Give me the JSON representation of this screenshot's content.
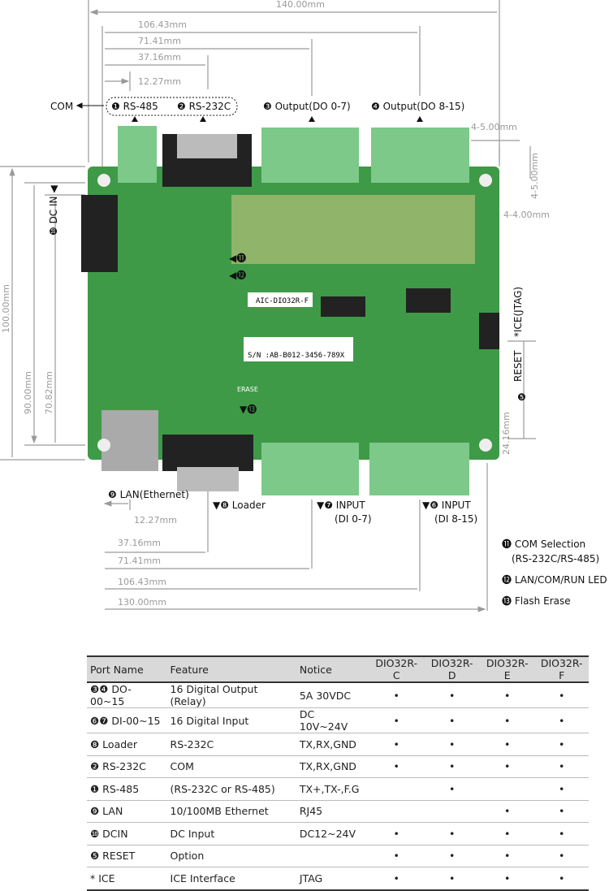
{
  "dimensions": {
    "top_total": "140.00mm",
    "top_d1": "106.43mm",
    "top_d2": "71.41mm",
    "top_d3": "37.16mm",
    "top_d4": "12.27mm",
    "left_total": "100.00mm",
    "left_d1": "90.00mm",
    "left_d2": "70.82mm",
    "hole_x": "4-5.00mm",
    "hole_y": "4-5.00mm",
    "hole_dia": "4-4.00mm",
    "reset_dim": "24.16mm",
    "bottom_d1": "12.27mm",
    "bottom_d2": "37.16mm",
    "bottom_d3": "71.41mm",
    "bottom_d4": "106.43mm",
    "bottom_total": "130.00mm"
  },
  "callouts": {
    "com": "COM",
    "rs485": "❶ RS-485",
    "rs232": "❷ RS-232C",
    "out1": "❸ Output(DO 0-7)",
    "out2": "❹ Output(DO 8-15)",
    "dcin": "❿ DC IN ◀",
    "ice": "*ICE(JTAG)",
    "reset": "RESET",
    "reset_num": "❺",
    "lan": "❾ LAN(Ethernet)",
    "loader": "▼❽ Loader",
    "in1": "▼❼ INPUT",
    "in1b": "(DI 0-7)",
    "in2": "▼❻ INPUT",
    "in2b": "(DI 8-15)",
    "n11": "◀⓫",
    "n12": "◀⓬",
    "erase": "ERASE",
    "n13": "▼⓭"
  },
  "board": {
    "model": "AIC-DIO32R-F",
    "serial": "S/N :AB-B012-3456-789X"
  },
  "legend": [
    {
      "num": "⓫",
      "text": "COM Selection",
      "text2": "(RS-232C/RS-485)"
    },
    {
      "num": "⓬",
      "text": "LAN/COM/RUN LED"
    },
    {
      "num": "⓭",
      "text": "Flash Erase"
    }
  ],
  "table": {
    "headers": [
      "Port Name",
      "Feature",
      "Notice",
      "DIO32R-C",
      "DIO32R-D",
      "DIO32R-E",
      "DIO32R-F"
    ],
    "rows": [
      [
        "❸❹ DO-00~15",
        "16 Digital Output (Relay)",
        "5A 30VDC",
        "•",
        "•",
        "•",
        "•"
      ],
      [
        "❻❼ DI-00~15",
        "16 Digital Input",
        "DC 10V~24V",
        "•",
        "•",
        "•",
        "•"
      ],
      [
        "❽ Loader",
        "RS-232C",
        "TX,RX,GND",
        "•",
        "•",
        "•",
        "•"
      ],
      [
        "❷ RS-232C",
        "COM",
        "TX,RX,GND",
        "•",
        "•",
        "•",
        "•"
      ],
      [
        "❶ RS-485",
        "(RS-232C or RS-485)",
        "TX+,TX-,F.G",
        "",
        "•",
        "",
        "•"
      ],
      [
        "❾ LAN",
        "10/100MB Ethernet",
        "RJ45",
        "",
        "",
        "•",
        "•"
      ],
      [
        "❿ DCIN",
        "DC Input",
        "DC12~24V",
        "•",
        "•",
        "•",
        "•"
      ],
      [
        "❺ RESET",
        "Option",
        "",
        "•",
        "•",
        "•",
        "•"
      ],
      [
        "* ICE",
        "ICE Interface",
        "JTAG",
        "•",
        "•",
        "•",
        "•"
      ]
    ]
  }
}
